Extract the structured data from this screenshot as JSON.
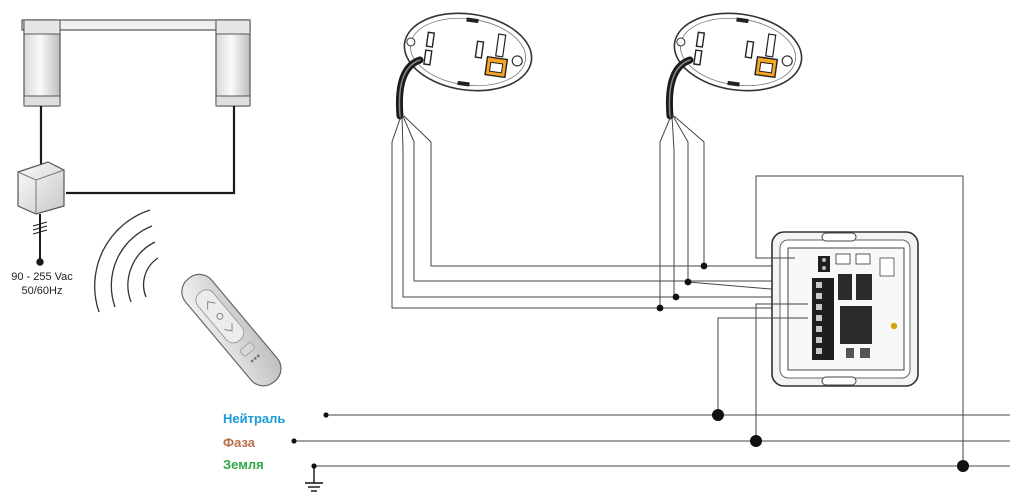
{
  "power_supply": {
    "voltage": "90 - 255 Vac",
    "frequency": "50/60Hz"
  },
  "buses": [
    {
      "label": "Нейтраль",
      "color": "#1a9ad6"
    },
    {
      "label": "Фаза",
      "color": "#b5714a"
    },
    {
      "label": "Земля",
      "color": "#2ea84a"
    }
  ],
  "colors": {
    "wire": "#333333",
    "thick_wire": "#1a1a1a",
    "device_body": "#f2f2f2",
    "device_outline": "#555555",
    "terminal": "#1e1e1e",
    "relay": "#2a2a2a",
    "led": "#d4a20a"
  },
  "icons": [
    "motor-tube-icon",
    "receiver-box-icon",
    "remote-control-icon",
    "radio-wave-icon",
    "wall-switch-icon",
    "control-module-icon",
    "ground-symbol-icon"
  ]
}
